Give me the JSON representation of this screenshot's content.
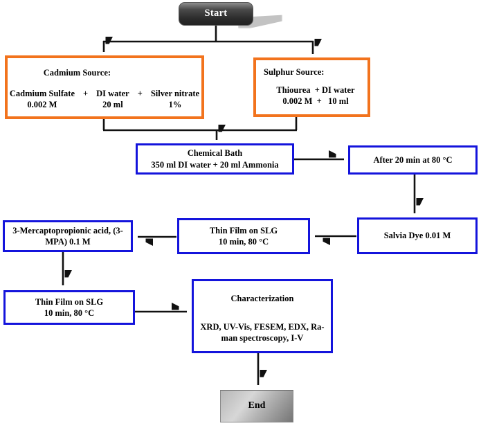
{
  "colors": {
    "orange_border": "#F2731D",
    "blue_border": "#1414DC",
    "arrow": "#111111",
    "start_fill": "#2B2B2B",
    "end_fill": "#B5B5B5"
  },
  "nodes": {
    "start": {
      "label": "Start"
    },
    "cadmium_source": {
      "title": "Cadmium Source:",
      "plus": "+",
      "col1_top": "Cadmium Sulfate",
      "col1_bottom": "0.002 M",
      "col2_top": "DI water",
      "col2_bottom": "20 ml",
      "col3_top": "Silver nitrate",
      "col3_bottom": "1%"
    },
    "sulphur_source": {
      "title": "Sulphur Source:",
      "line1": "Thiourea  + DI water",
      "line2": "0.002 M  +   10 ml"
    },
    "chemical_bath": {
      "line1": "Chemical Bath",
      "line2": "350 ml DI water + 20 ml Ammonia"
    },
    "after_20_min": {
      "line1": "After 20 min at 80 °C"
    },
    "salvia_dye": {
      "line1": "Salvia Dye 0.01 M"
    },
    "thin_film_slg_1": {
      "line1": "Thin Film on SLG",
      "line2": "10 min, 80 °C"
    },
    "mpa": {
      "line1": "3-Mercaptopropionic acid, (3-",
      "line2": "MPA) 0.1 M"
    },
    "thin_film_slg_2": {
      "line1": "Thin Film on SLG",
      "line2": "10 min, 80 °C"
    },
    "characterization": {
      "title": "Characterization",
      "line1": "XRD, UV-Vis, FESEM, EDX, Ra-",
      "line2": "man spectroscopy, I-V"
    },
    "end": {
      "label": "End"
    }
  }
}
